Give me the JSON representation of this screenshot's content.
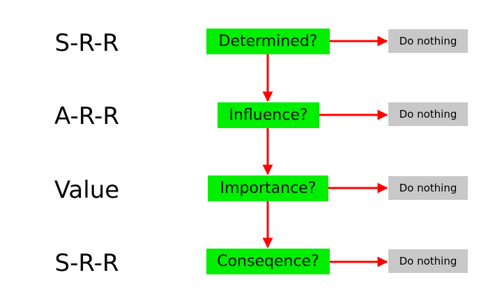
{
  "rows": [
    {
      "label": "S-R-R",
      "question": "Determined?",
      "outcome": "Do nothing"
    },
    {
      "label": "A-R-R",
      "question": "Influence?",
      "outcome": "Do nothing"
    },
    {
      "label": "Value",
      "question": "Importance?",
      "outcome": "Do nothing"
    },
    {
      "label": "S-R-R",
      "question": "Conseqence?",
      "outcome": "Do nothing"
    }
  ],
  "colors": {
    "question_fill": "#00ee00",
    "outcome_fill": "#c8c8c8",
    "arrow": "#ff0000"
  }
}
